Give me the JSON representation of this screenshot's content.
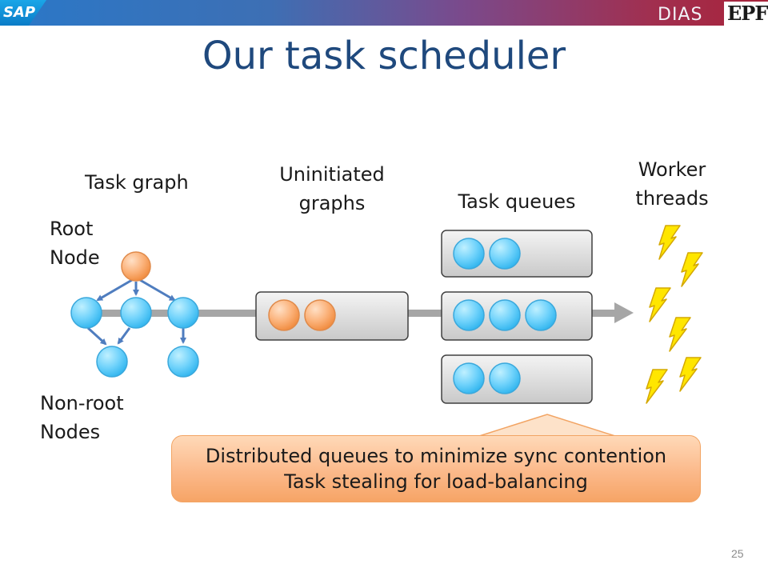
{
  "header": {
    "sap_logo": "SAP",
    "dias_logo": "DIAS",
    "epfl_logo": "EPFL"
  },
  "title": "Our task scheduler",
  "labels": {
    "task_graph": "Task graph",
    "root_node_line1": "Root",
    "root_node_line2": "Node",
    "non_root_line1": "Non-root",
    "non_root_line2": "Nodes",
    "uninitiated_line1": "Uninitiated",
    "uninitiated_line2": "graphs",
    "task_queues": "Task queues",
    "worker_line1": "Worker",
    "worker_line2": "threads"
  },
  "callout": {
    "line1": "Distributed queues to minimize sync contention",
    "line2": "Task stealing for load-balancing"
  },
  "queues": {
    "uninitiated_count": 2,
    "task_queue_counts": [
      2,
      3,
      2
    ]
  },
  "colors": {
    "title": "#1f497d",
    "node_blue": "#4fc3f7",
    "node_orange": "#f7a765",
    "edge": "#4f7dbf",
    "queue_fill": "#d9d9d9",
    "arrow": "#a6a6a6",
    "lightning": "#ffe600"
  },
  "page_number": "25"
}
